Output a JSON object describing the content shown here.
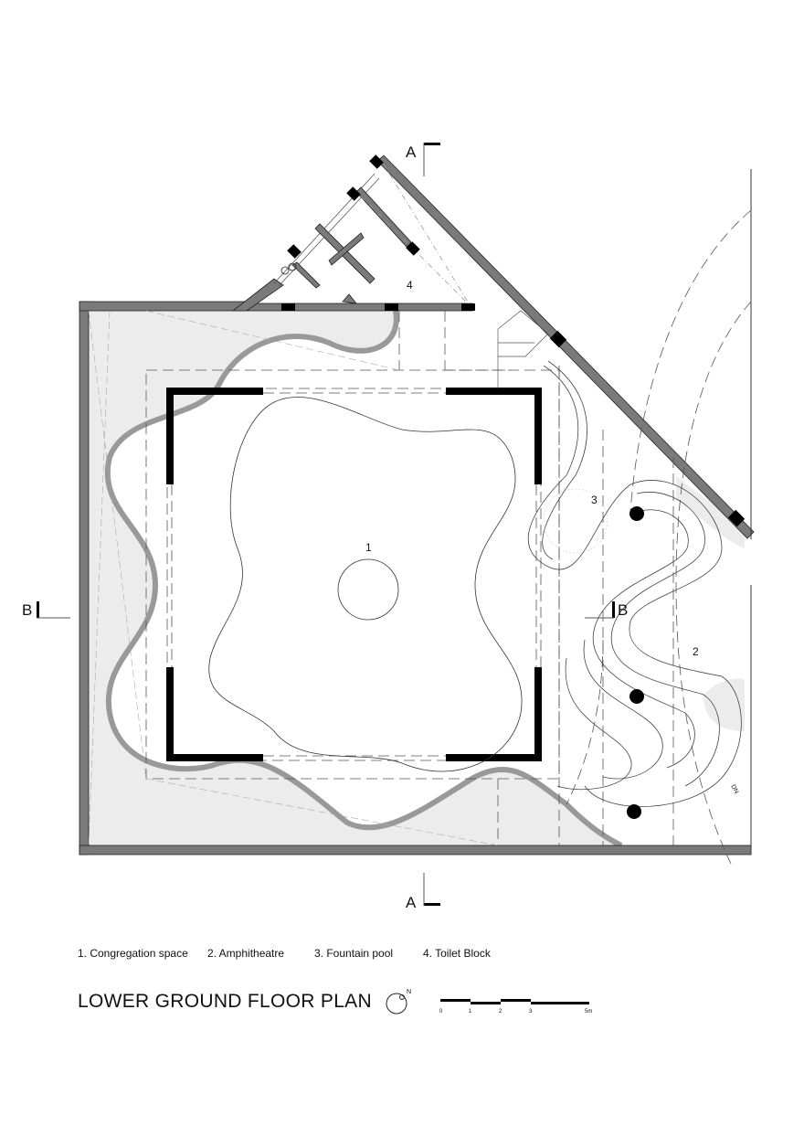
{
  "title": "LOWER GROUND FLOOR PLAN",
  "legend": [
    "1. Congregation space",
    "2. Amphitheatre",
    "3. Fountain pool",
    "4. Toilet Block"
  ],
  "room_labels": {
    "r1": "1",
    "r2": "2",
    "r3": "3",
    "r4": "4"
  },
  "section_markers": {
    "a_top": "A",
    "a_bottom": "A",
    "b_left": "B",
    "b_mid": "B"
  },
  "stair_label": "DN",
  "north_label": "N",
  "scale_bar": {
    "ticks": [
      "0",
      "1",
      "2",
      "3",
      "5m"
    ]
  },
  "colors": {
    "wall": "#7a7a7a",
    "column": "#000000",
    "planting": "#e9e9e9"
  }
}
